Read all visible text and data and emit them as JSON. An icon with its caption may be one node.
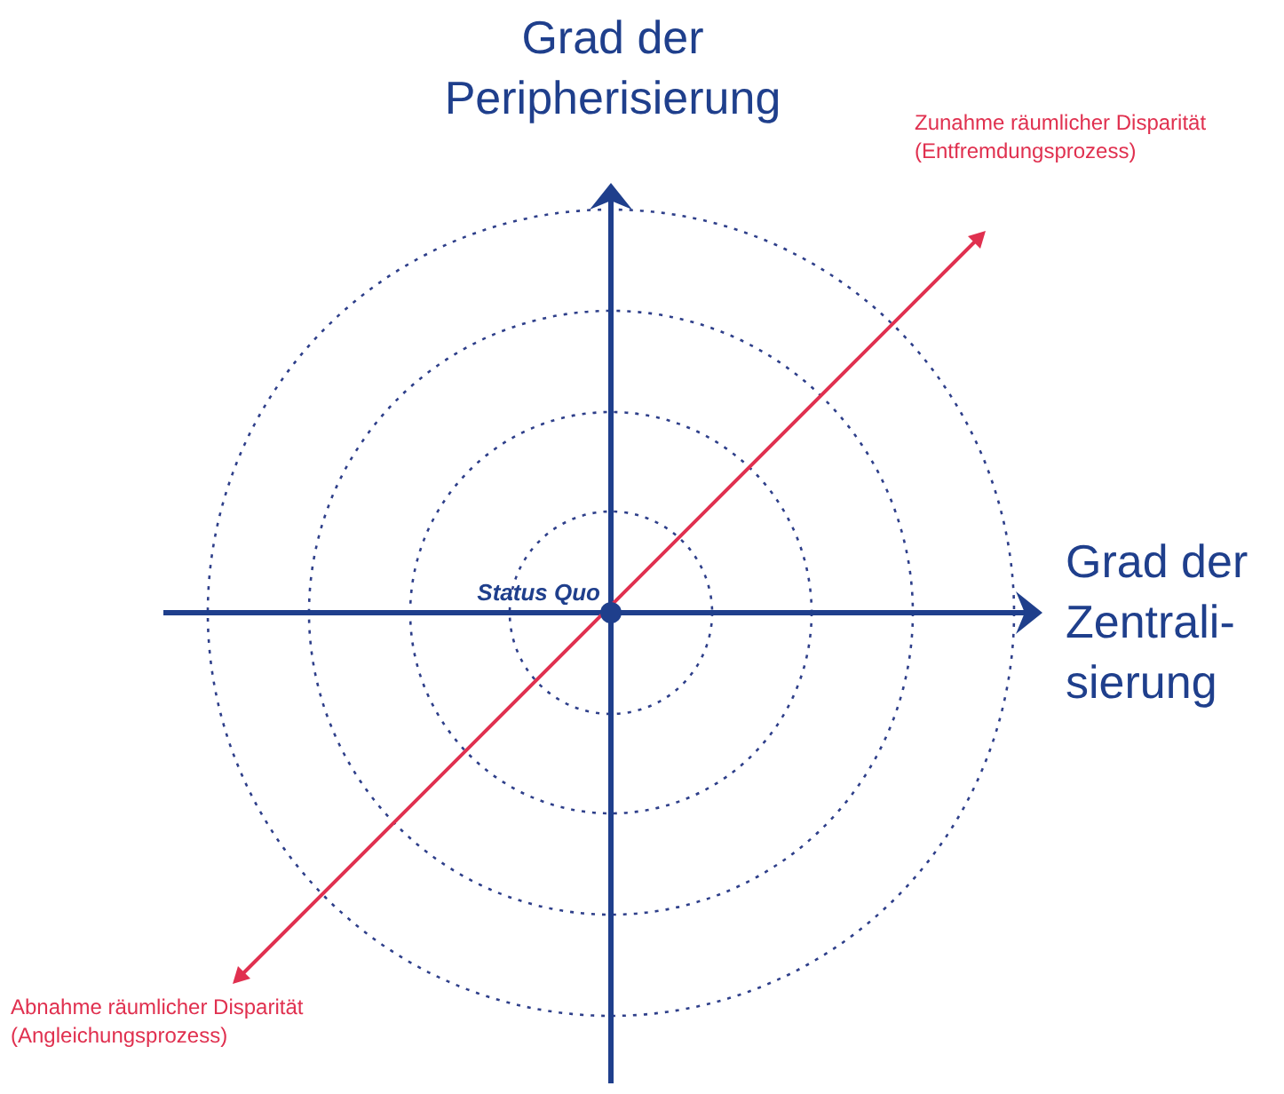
{
  "diagram": {
    "labels": [
      "Grad der Peripherisierung",
      "Zunahme räumlicher Disparität (Entfremdungsprozess)",
      "Status Quo",
      "Grad der Zentrali- sierung",
      "Abnahme räumlicher Disparität (Angleichungsprozess)"
    ]
  }
}
